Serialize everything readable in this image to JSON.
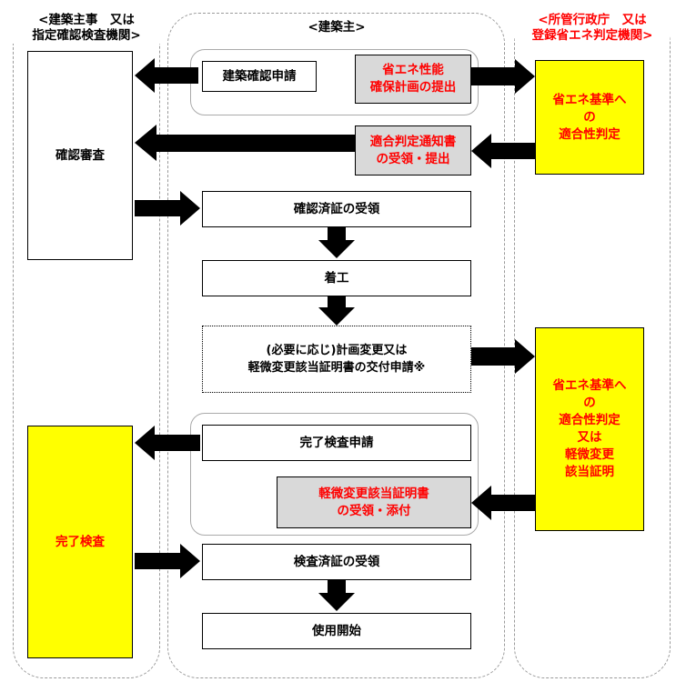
{
  "lanes": {
    "left_header": "<建築主事　又は\n指定確認検査機関>",
    "center_header": "<建築主>",
    "right_header": "<所管行政庁　又は\n登録省エネ判定機関>"
  },
  "left": {
    "confirm_review": "確認審査",
    "completion_inspection": "完了検査"
  },
  "center": {
    "build_confirm_apply": "建築確認申請",
    "energy_plan_submit": "省エネ性能\n確保計画の提出",
    "notice_receive_submit": "適合判定通知書\nの受領・提出",
    "confirm_cert_receive": "確認済証の受領",
    "construction_start": "着工",
    "plan_change_apply": "(必要に応じ)計画変更又は\n軽微変更該当証明書の交付申請※",
    "completion_apply": "完了検査申請",
    "minor_change_cert_receive": "軽微変更該当証明書\nの受領・添付",
    "inspection_cert_receive": "検査済証の受領",
    "start_use": "使用開始"
  },
  "right": {
    "judgement_1": "省エネ基準へ\nの\n適合性判定",
    "judgement_2": "省エネ基準へ\nの\n適合性判定\n又は\n軽微変更\n該当証明"
  },
  "colors": {
    "highlight_yellow": "#ffff00",
    "highlight_grey": "#d9d9d9",
    "red_text": "#ff0000",
    "arrow_black": "#000000"
  }
}
